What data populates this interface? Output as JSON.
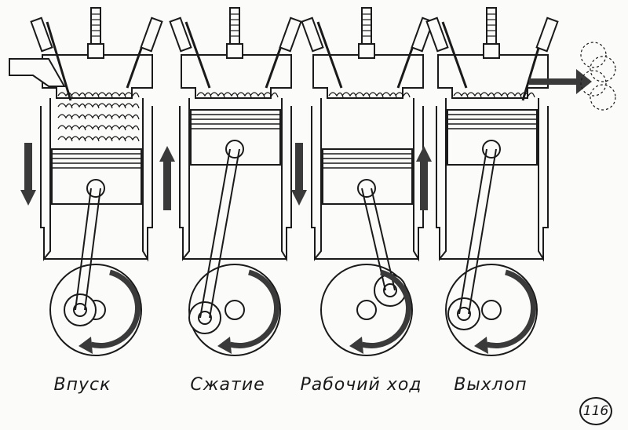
{
  "strokes": [
    {
      "label": "Впуск",
      "piston": "down",
      "arrow": "down",
      "charge": "intake",
      "intake_valve": "open",
      "exhaust_valve": "closed"
    },
    {
      "label": "Сжатие",
      "piston": "up",
      "arrow": "up",
      "charge": "compressed",
      "intake_valve": "closed",
      "exhaust_valve": "closed"
    },
    {
      "label": "Рабочий ход",
      "piston": "down",
      "arrow": "down",
      "charge": "ignited",
      "intake_valve": "closed",
      "exhaust_valve": "closed"
    },
    {
      "label": "Выхлоп",
      "piston": "up",
      "arrow": "up",
      "charge": "exhaust",
      "intake_valve": "closed",
      "exhaust_valve": "open"
    }
  ],
  "figure_number": "116",
  "colors": {
    "ink": "#1a1a1a",
    "paper": "#fbfbf9",
    "arrow": "#3a3a3a"
  }
}
